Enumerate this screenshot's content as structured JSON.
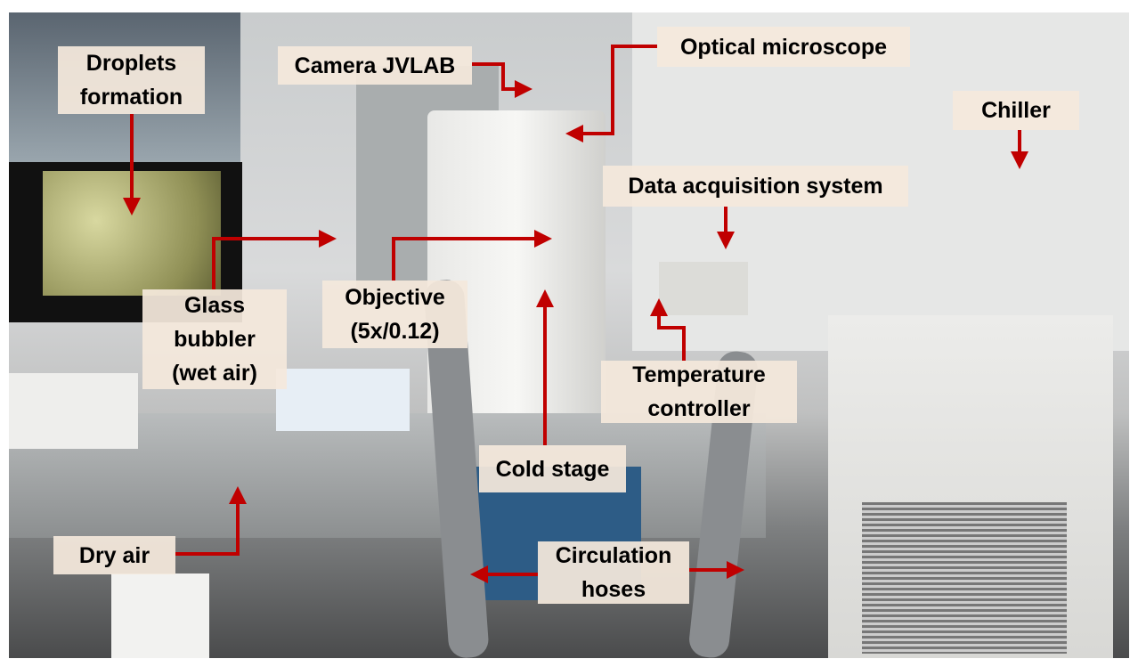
{
  "labels": {
    "droplets": [
      "Droplets",
      "formation"
    ],
    "camera": "Camera JVLAB",
    "microscope": "Optical microscope",
    "chiller": "Chiller",
    "daq": "Data acquisition system",
    "bubbler": [
      "Glass",
      "bubbler",
      "(wet air)"
    ],
    "objective": [
      "Objective",
      "(5x/0.12)"
    ],
    "temp_controller": [
      "Temperature",
      "controller"
    ],
    "cold_stage": "Cold stage",
    "dry_air": "Dry air",
    "hoses": [
      "Circulation",
      "hoses"
    ]
  },
  "colors": {
    "arrow": "#c00000",
    "label_bg": "#f4e8dc"
  }
}
